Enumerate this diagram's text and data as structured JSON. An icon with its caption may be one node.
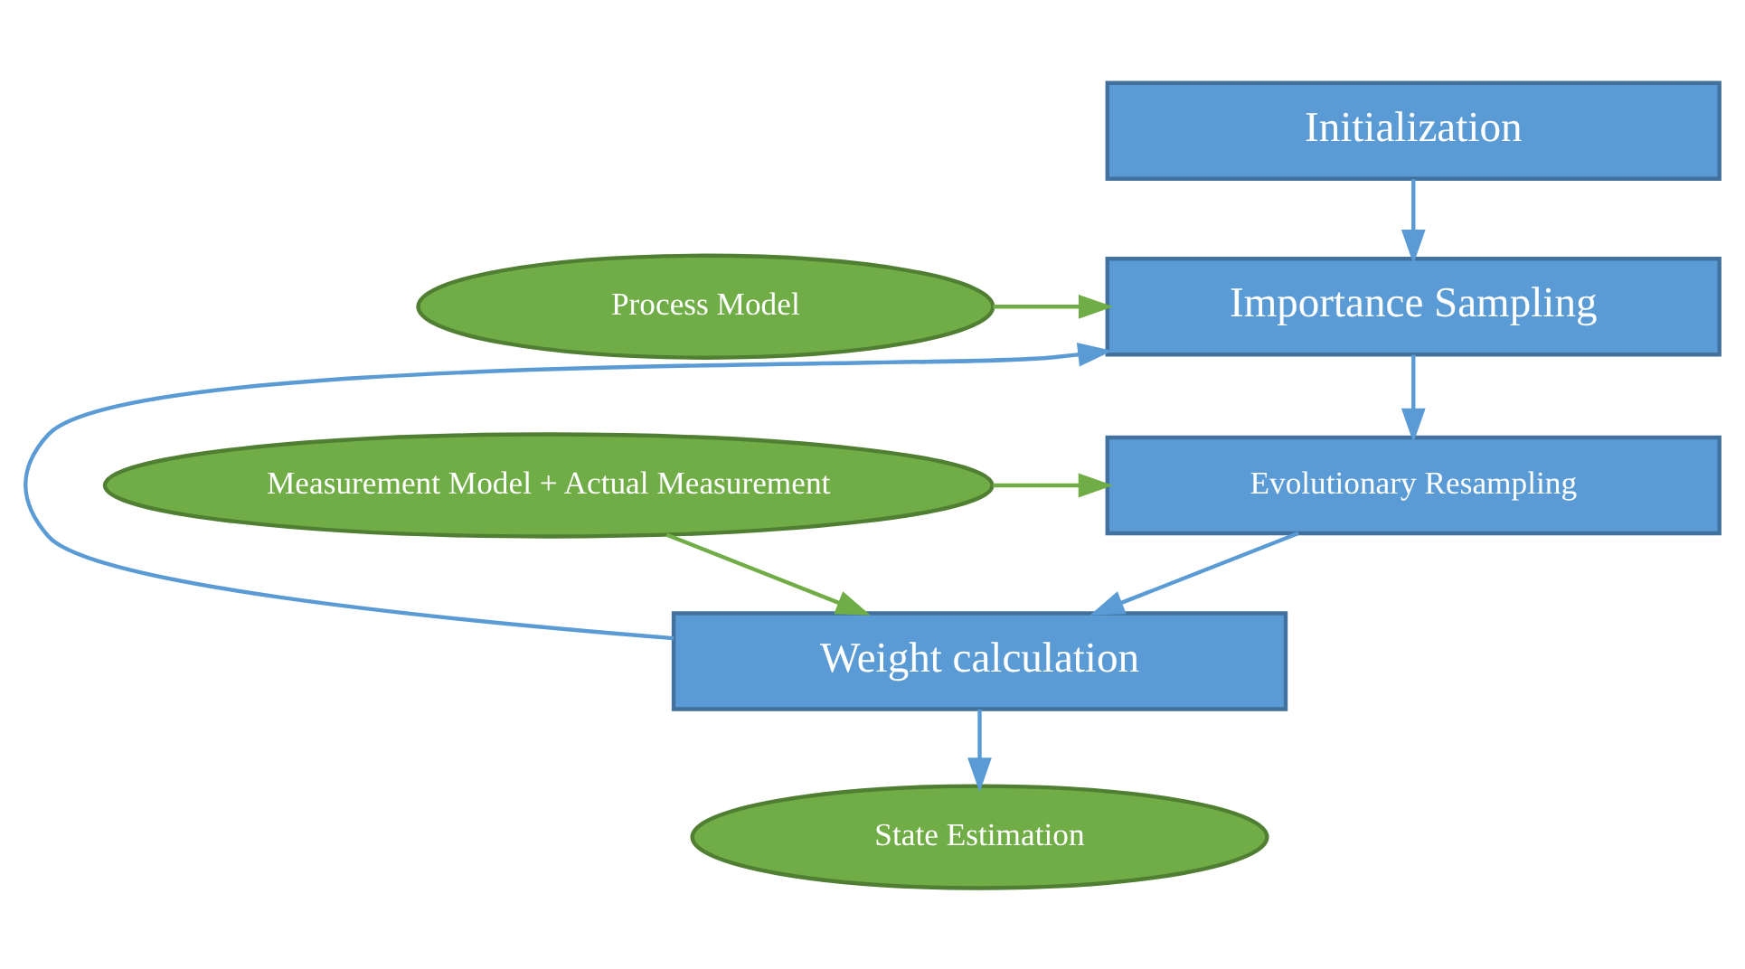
{
  "diagram": {
    "nodes": [
      {
        "text": [
          "Initialization"
        ]
      },
      {
        "text": [
          "Process Model"
        ]
      },
      {
        "text": [
          "Importance Sampling"
        ]
      },
      {
        "text": [
          "Measurement Model + Actual Measurement"
        ]
      },
      {
        "text": [
          "Evolutionary Resampling"
        ]
      },
      {
        "text": [
          "Weight calculation"
        ]
      },
      {
        "text": [
          "State Estimation"
        ]
      }
    ],
    "edges": [
      {
        "from": 0,
        "to": 2,
        "arrow": "to"
      },
      {
        "from": 5,
        "to": 2,
        "arrow": "to"
      },
      {
        "from": 1,
        "to": 2,
        "arrow": "to",
        "color": "#70ad47"
      },
      {
        "from": 2,
        "to": 4,
        "arrow": "to"
      },
      {
        "from": 3,
        "to": 4,
        "arrow": "to",
        "color": "#70ad47"
      },
      {
        "from": 3,
        "to": 5,
        "arrow": "to",
        "color": "#70ad47"
      },
      {
        "from": 4,
        "to": 5,
        "arrow": "to"
      },
      {
        "from": 5,
        "to": 6,
        "arrow": "to"
      }
    ]
  }
}
